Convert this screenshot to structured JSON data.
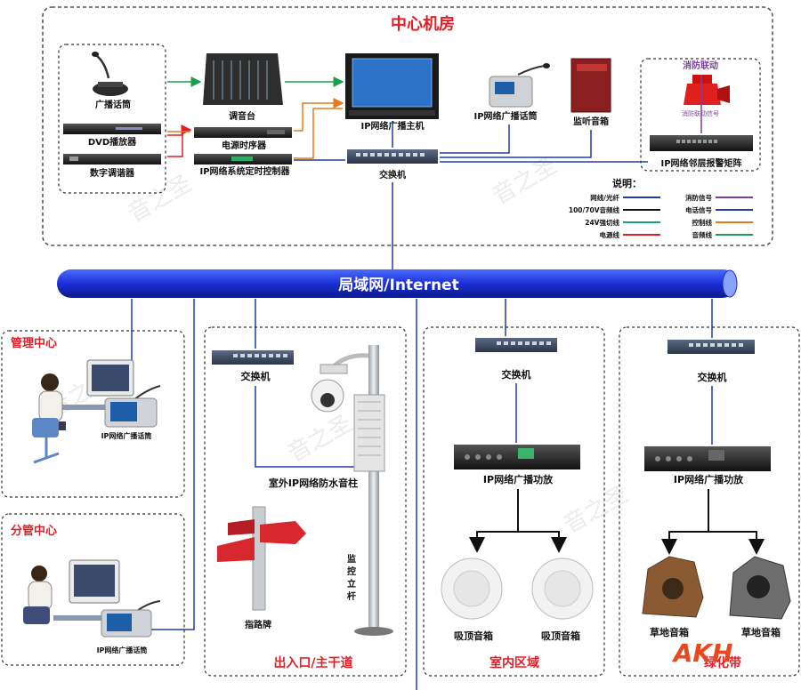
{
  "zones": {
    "center": "中心机房",
    "management": "管理中心",
    "branch": "分管中心",
    "entrance": "出入口/主干道",
    "indoor": "室内区域",
    "green": "绿化带"
  },
  "network_bar": "局域网/Internet",
  "center_devices": {
    "mic": "广播话筒",
    "dvd": "DVD播放器",
    "tuner": "数字调谐器",
    "mixer": "调音台",
    "power_seq": "电源时序器",
    "timer": "IP网络系统定时控制器",
    "host": "IP网络广播主机",
    "switch": "交换机",
    "ip_mic": "IP网络广播话筒",
    "monitor": "监听音箱",
    "fire_title": "消防联动",
    "fire_signal": "消防联动信号",
    "alarm_matrix": "IP网络邻层报警矩阵"
  },
  "legend": {
    "title": "说明：",
    "items": [
      {
        "label": "网线/光纤",
        "color": "#1f3ba8"
      },
      {
        "label": "消防信号",
        "color": "#7b3fa0"
      },
      {
        "label": "100/70V音频线",
        "color": "#111111"
      },
      {
        "label": "电话信号",
        "color": "#1f3ba8"
      },
      {
        "label": "24V强切线",
        "color": "#1aa088"
      },
      {
        "label": "控制线",
        "color": "#e87a1e"
      },
      {
        "label": "电源线",
        "color": "#e21f26"
      },
      {
        "label": "音频线",
        "color": "#1aa04a"
      }
    ]
  },
  "mgmt_device": "IP网络广播话筒",
  "branch_device": "IP网络广播话筒",
  "entrance_devices": {
    "switch": "交换机",
    "column": "室外IP网络防水音柱",
    "sign": "指路牌",
    "pole": "监控立杆"
  },
  "indoor_devices": {
    "switch": "交换机",
    "amp": "IP网络广播功放",
    "spk1": "吸顶音箱",
    "spk2": "吸顶音箱"
  },
  "green_devices": {
    "switch": "交换机",
    "amp": "IP网络广播功放",
    "spk1": "草地音箱",
    "spk2": "草地音箱"
  },
  "brand": "AKH",
  "watermark": "音之圣",
  "colors": {
    "network": "#1f3ba8",
    "zone_title": "#e21f26",
    "power": "#e21f26",
    "control": "#e87a1e",
    "audio": "#1aa04a",
    "fire": "#7b3fa0"
  }
}
